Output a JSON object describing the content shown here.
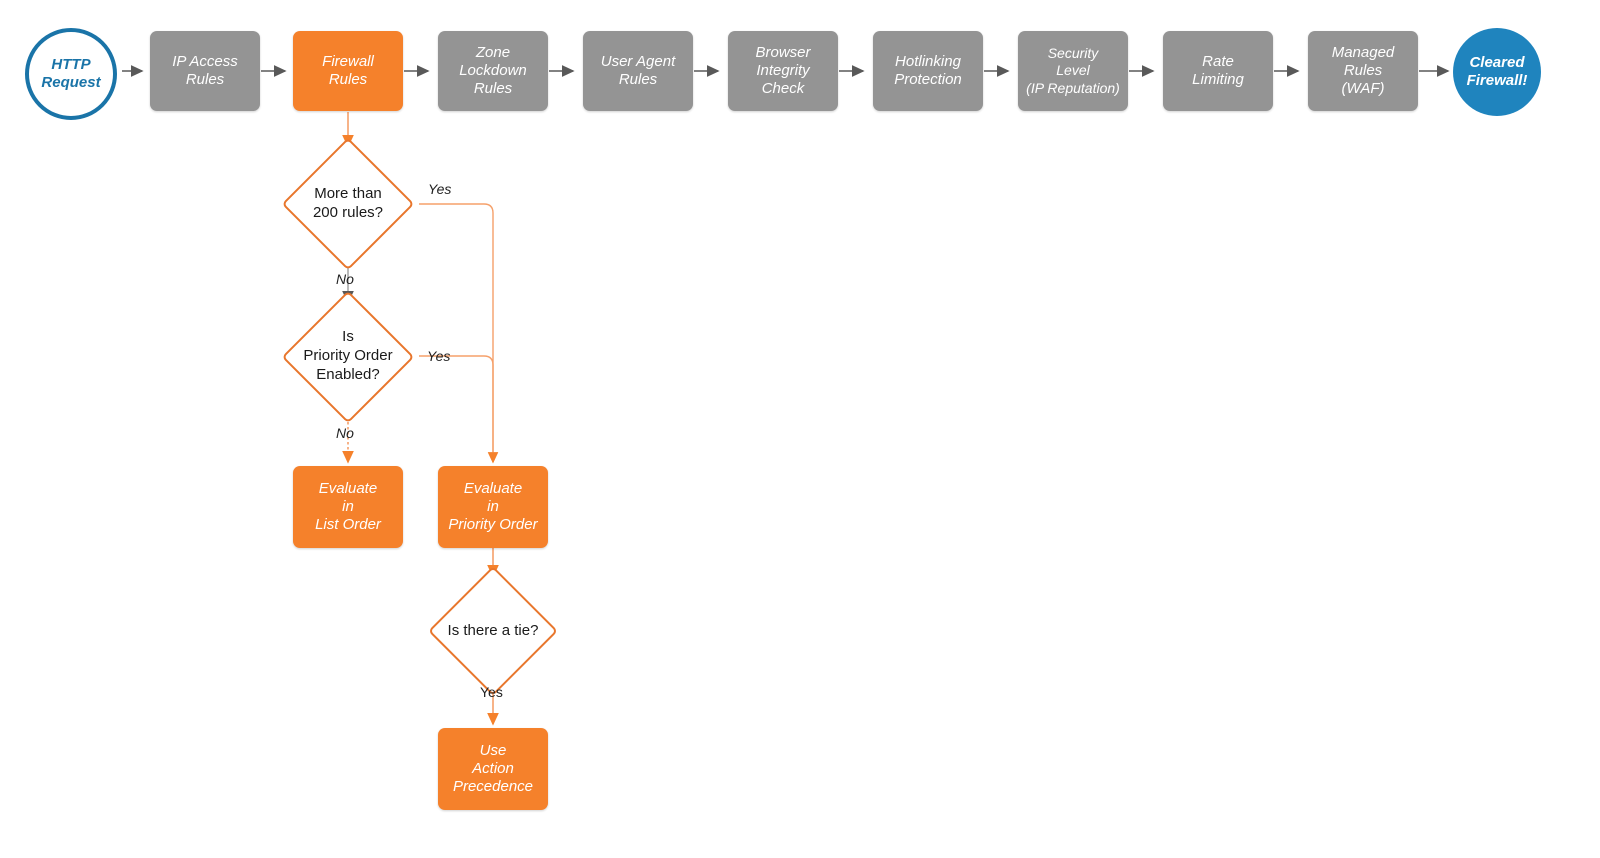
{
  "diagram": {
    "title": "Cloudflare Firewall Rules Evaluation Order",
    "colors": {
      "accent_orange": "#F5812B",
      "diamond_stroke": "#E8762C",
      "pipeline_gray": "#949494",
      "start_blue": "#1A74A8",
      "end_blue": "#1F84BE",
      "gray_arrow": "#595959"
    }
  },
  "pipeline": {
    "start": {
      "label": "HTTP\nRequest",
      "shape": "circle"
    },
    "steps": [
      {
        "label": "IP Access\nRules",
        "highlight": false
      },
      {
        "label": "Firewall\nRules",
        "highlight": true
      },
      {
        "label": "Zone\nLockdown\nRules",
        "highlight": false
      },
      {
        "label": "User Agent\nRules",
        "highlight": false
      },
      {
        "label": "Browser\nIntegrity\nCheck",
        "highlight": false
      },
      {
        "label": "Hotlinking\nProtection",
        "highlight": false
      },
      {
        "label": "Security\nLevel\n(IP Reputation)",
        "highlight": false
      },
      {
        "label": "Rate\nLimiting",
        "highlight": false
      },
      {
        "label": "Managed\nRules\n(WAF)",
        "highlight": false
      }
    ],
    "end": {
      "label": "Cleared\nFirewall!",
      "shape": "circle"
    }
  },
  "decisions": {
    "more_than_200_rules": {
      "label": "More than\n200 rules?"
    },
    "priority_order_enabled": {
      "label": "Is\nPriority Order\nEnabled?"
    },
    "is_there_a_tie": {
      "label": "Is there a tie?"
    }
  },
  "outcomes": {
    "list_order": {
      "label": "Evaluate\nin\nList Order"
    },
    "priority_order": {
      "label": "Evaluate\nin\nPriority Order"
    },
    "action_precedence": {
      "label": "Use\nAction\nPrecedence"
    }
  },
  "edge_labels": {
    "yes_200": "Yes",
    "no_200": "No",
    "yes_priority": "Yes",
    "no_priority": "No",
    "yes_tie": "Yes"
  }
}
